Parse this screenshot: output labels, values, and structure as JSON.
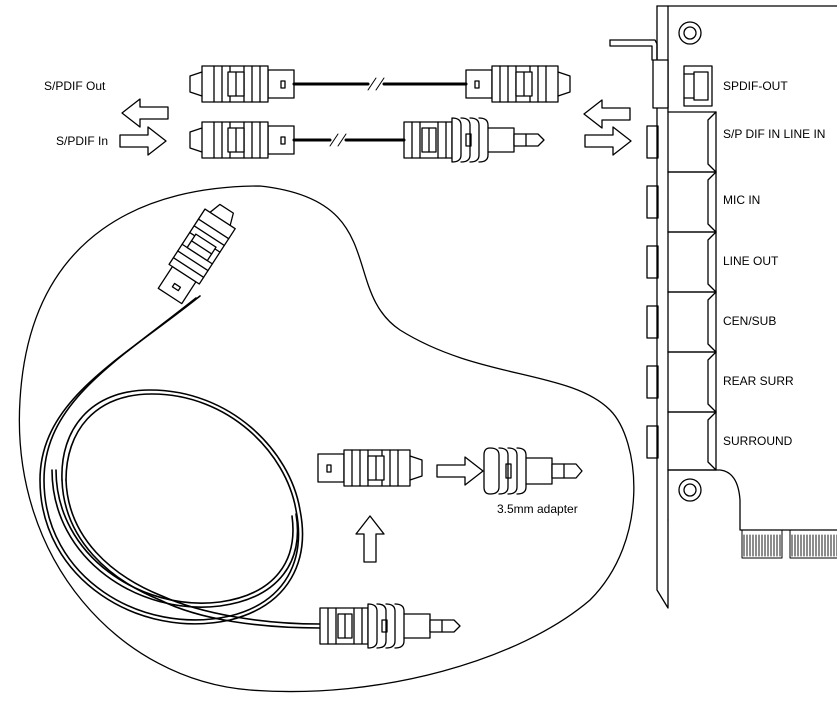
{
  "labels": {
    "spdif_out_left": "S/PDIF Out",
    "spdif_in_left": "S/PDIF In",
    "adapter": "3.5mm adapter"
  },
  "ports": [
    {
      "id": "spdif-out",
      "text": "SPDIF-OUT"
    },
    {
      "id": "spdif-in",
      "text": "S/P DIF IN LINE IN"
    },
    {
      "id": "mic-in",
      "text": "MIC IN"
    },
    {
      "id": "line-out",
      "text": "LINE OUT"
    },
    {
      "id": "cen-sub",
      "text": "CEN/SUB"
    },
    {
      "id": "rear-surr",
      "text": "REAR SURR"
    },
    {
      "id": "surround",
      "text": "SURROUND"
    }
  ]
}
